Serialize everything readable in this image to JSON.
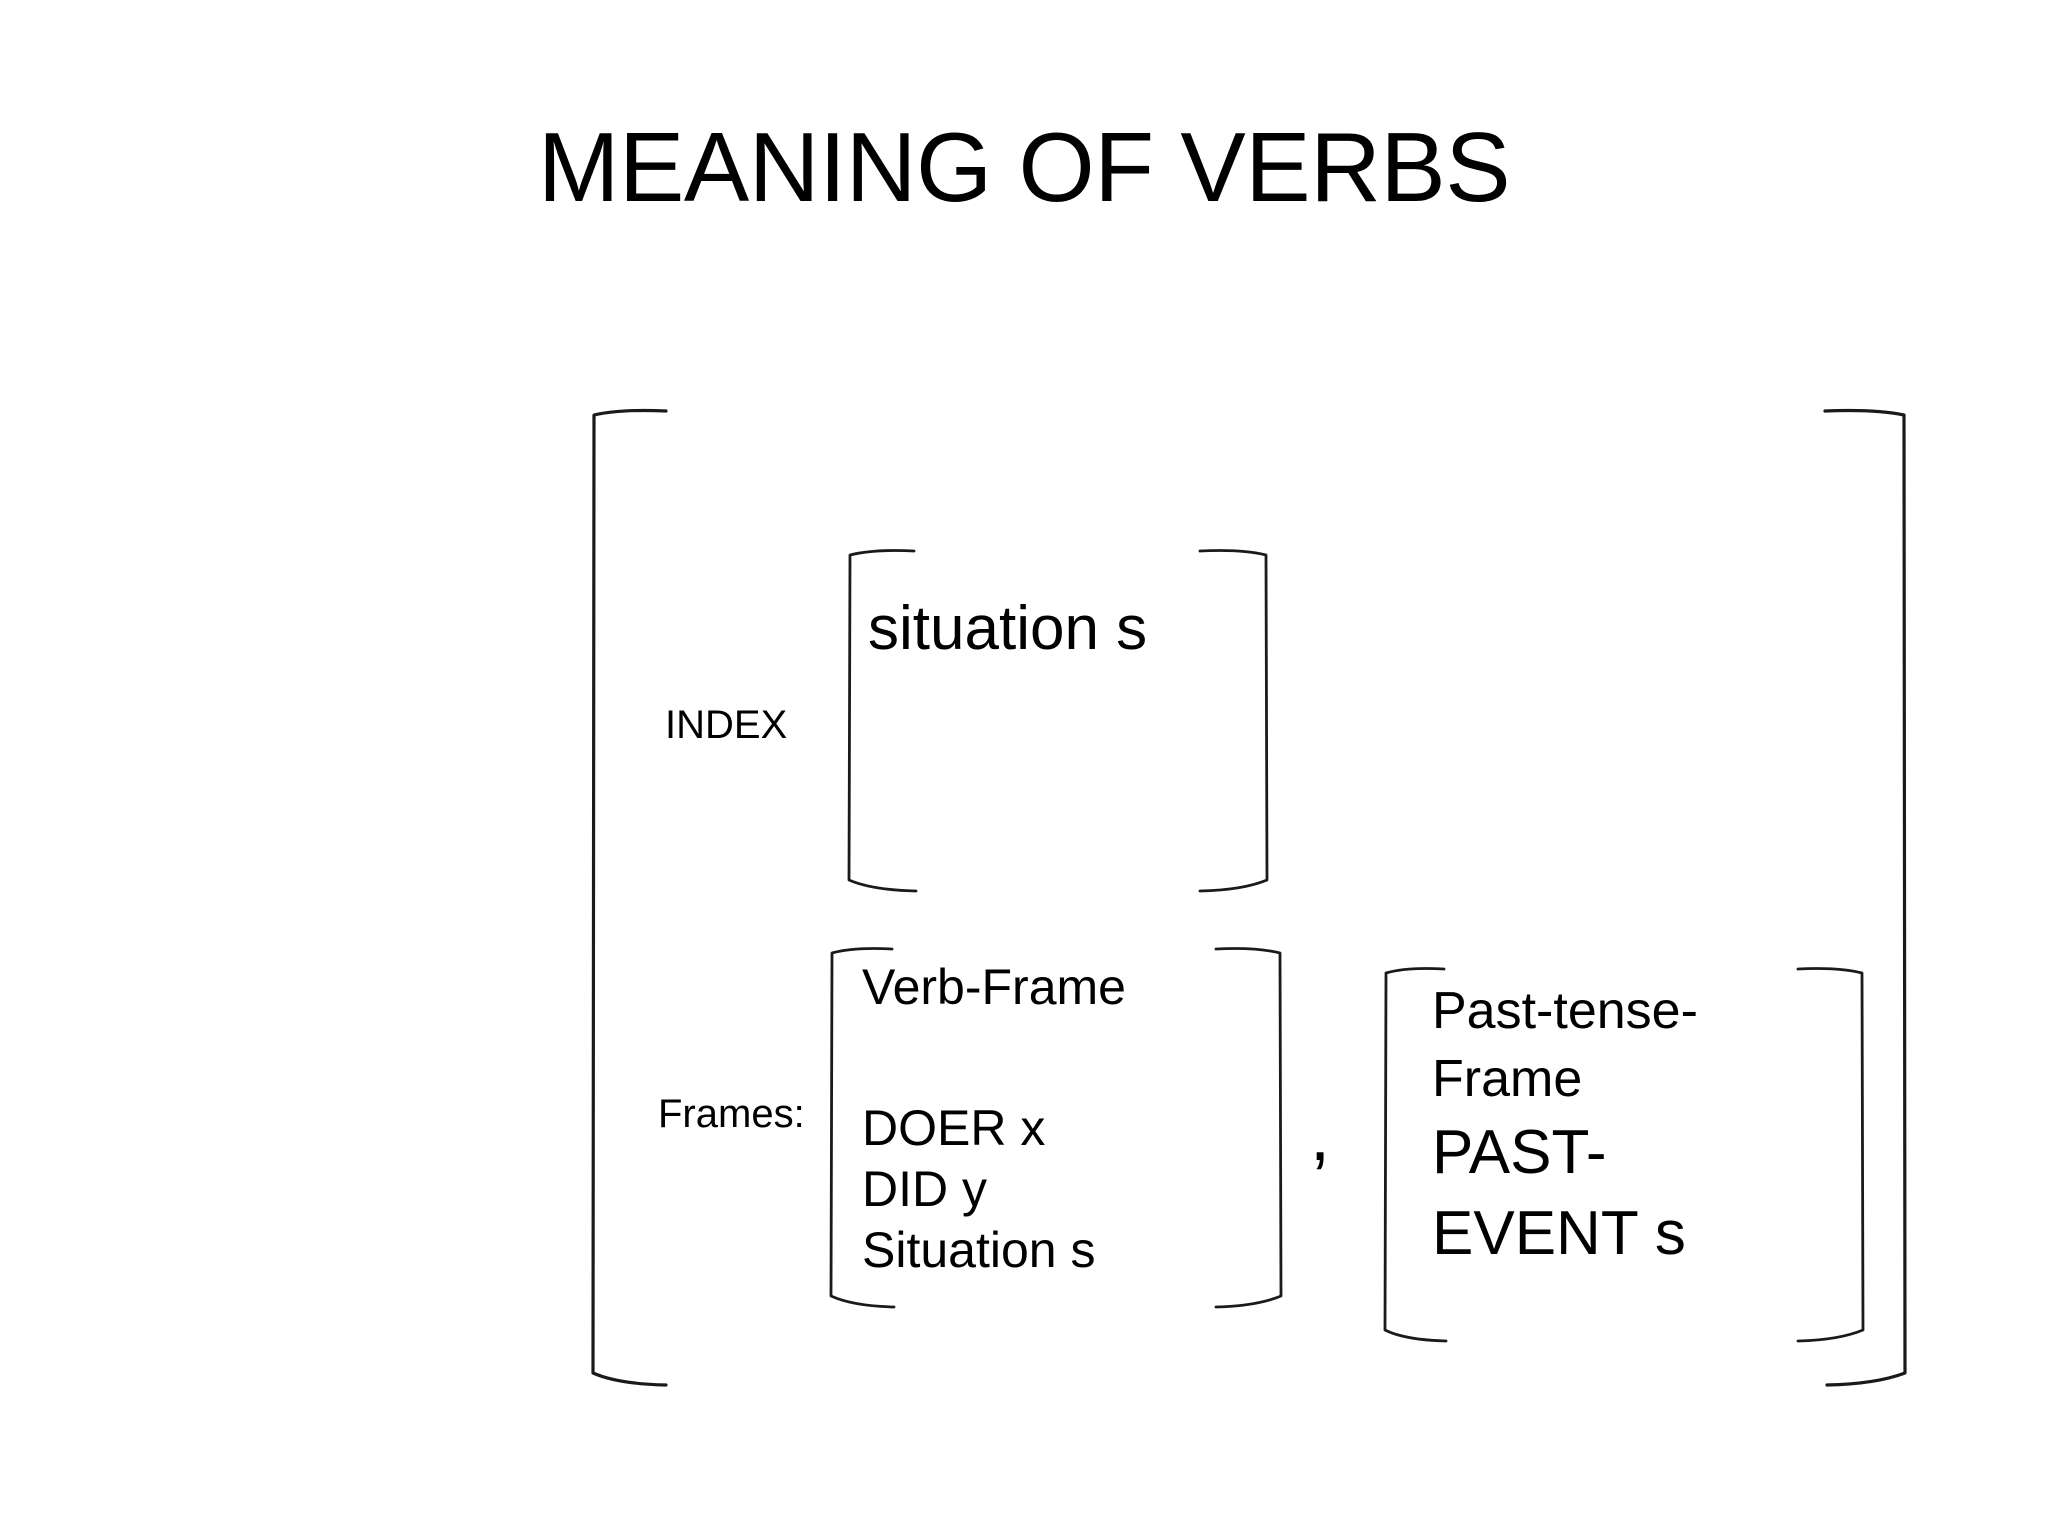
{
  "slide": {
    "title": "MEANING OF VERBS",
    "background_color": "#ffffff",
    "text_color": "#000000",
    "bracket_color": "#1a1a1a"
  },
  "avm": {
    "outer_bracket": {
      "name": "outer-feature-structure"
    },
    "rows": [
      {
        "attribute": "INDEX",
        "value_kind": "bracketed",
        "value_lines": [
          "situation s"
        ]
      },
      {
        "attribute": "Frames:",
        "value_kind": "bracketed-list",
        "separator": ",",
        "items": [
          {
            "header": "Verb-Frame",
            "lines": [
              "DOER x",
              "DID y",
              "Situation s"
            ]
          },
          {
            "header_lines": [
              "Past-tense-",
              "Frame"
            ],
            "emphasis_lines": [
              "PAST-",
              "EVENT s"
            ]
          }
        ]
      }
    ]
  },
  "labels": {
    "index": "INDEX",
    "frames": "Frames:",
    "situation_s": "situation s",
    "verb_frame": "Verb-Frame",
    "doer_x": "DOER x",
    "did_y": "DID y",
    "situation_s_cap": "Situation s",
    "past_tense_line1": "Past-tense-",
    "past_tense_line2": "Frame",
    "past_event_line1": "PAST-",
    "past_event_line2": "EVENT s",
    "comma": ","
  }
}
